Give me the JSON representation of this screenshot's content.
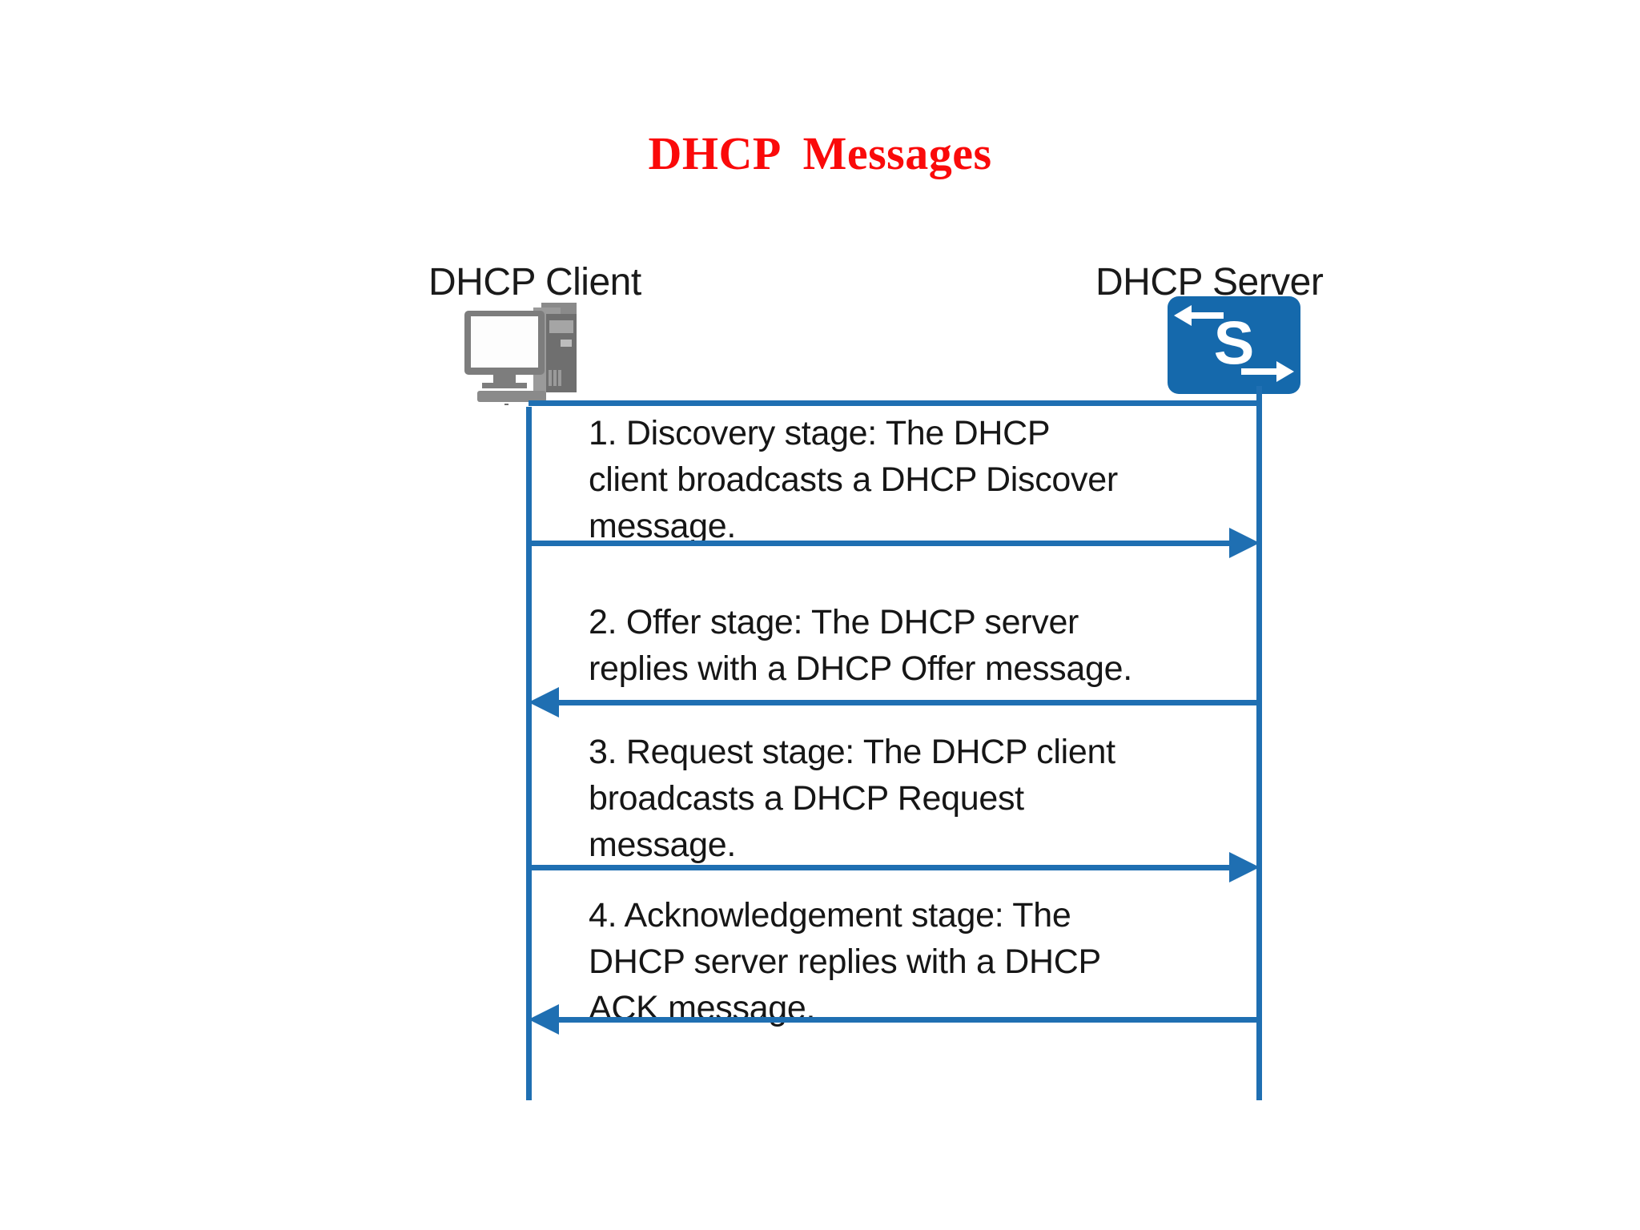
{
  "slide": {
    "title": "DHCP  Messages",
    "title_color": "#fa0a0a",
    "background": "#ffffff"
  },
  "diagram": {
    "type": "sequence-diagram",
    "accent_color": "#1F6FB2",
    "server_icon_color": "#1569AC",
    "client_icon_color": "#7a7a7a",
    "nodes": [
      {
        "id": "client",
        "label": "DHCP Client",
        "icon": "desktop-computer-icon"
      },
      {
        "id": "server",
        "label": "DHCP Server",
        "icon": "server-icon",
        "icon_letter": "S"
      }
    ],
    "messages": [
      {
        "number": "1",
        "direction": "client-to-server",
        "arrow": "right",
        "text": "1. Discovery stage: The\nclient broadcasts a DHCP Discover\nmessage."
      },
      {
        "number": "2",
        "direction": "server-to-client",
        "arrow": "left",
        "text": "2. Offer stage: The DHCP server\nreplies with a DHCP Offer message."
      },
      {
        "number": "3",
        "direction": "client-to-server",
        "arrow": "right",
        "text": "3. Request stage: The DHCP client\nbroadcasts a DHCP Request\nmessage."
      },
      {
        "number": "4",
        "direction": "server-to-client",
        "arrow": "left",
        "text": "4. Acknowledgement stage: The\nDHCP server replies with a DHCP\nACK message."
      }
    ],
    "message_1_full": "1. Discovery stage: The DHCP\nclient broadcasts a DHCP Discover\nmessage."
  }
}
